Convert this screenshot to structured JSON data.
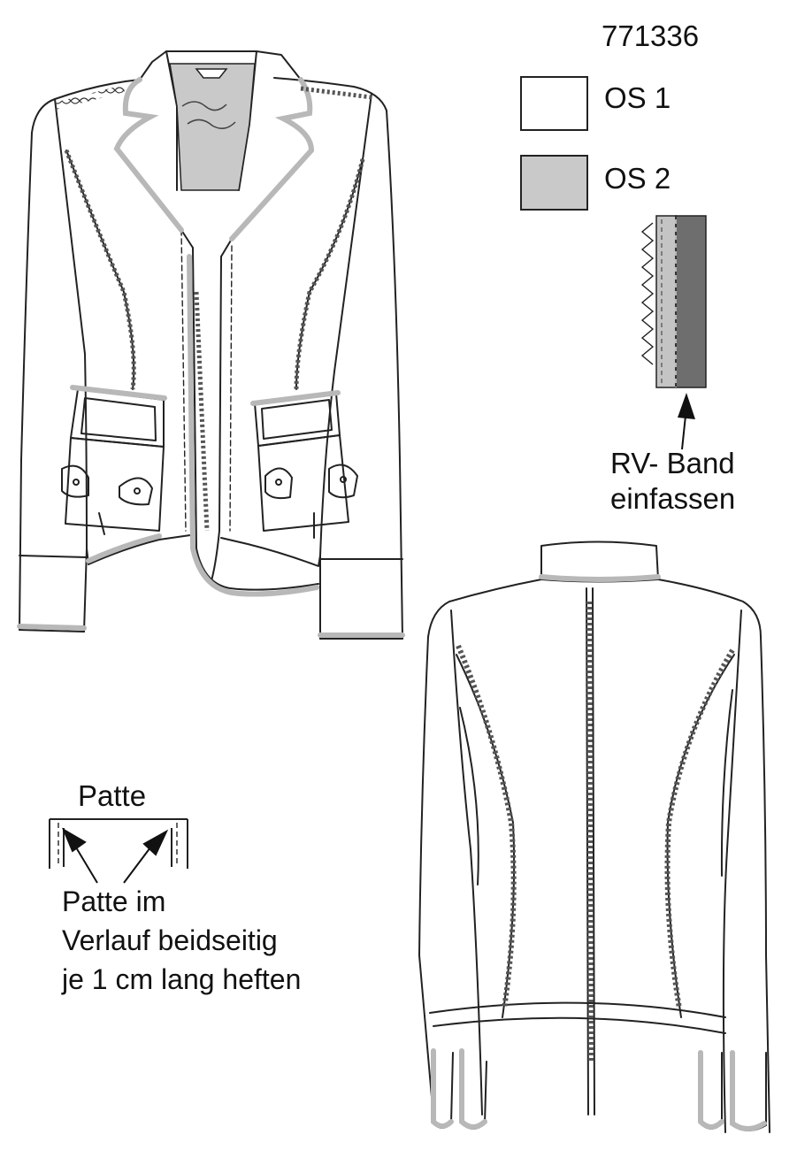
{
  "style_number": "771336",
  "legend": {
    "os1": {
      "label": "OS 1",
      "color": "#ffffff"
    },
    "os2": {
      "label": "OS 2",
      "color": "#c9c9c9"
    }
  },
  "zipper_note": {
    "line1": "RV- Band",
    "line2": "einfassen",
    "band_colors": {
      "light": "#c4c4c4",
      "dark": "#6e6e6e"
    }
  },
  "flap_note": {
    "title": "Patte",
    "line1": "Patte im",
    "line2": "Verlauf beidseitig",
    "line3": "je 1 cm lang heften"
  },
  "colors": {
    "line": "#222222",
    "binding": "#b8b8b8",
    "binding_dark": "#8a8a8a"
  }
}
